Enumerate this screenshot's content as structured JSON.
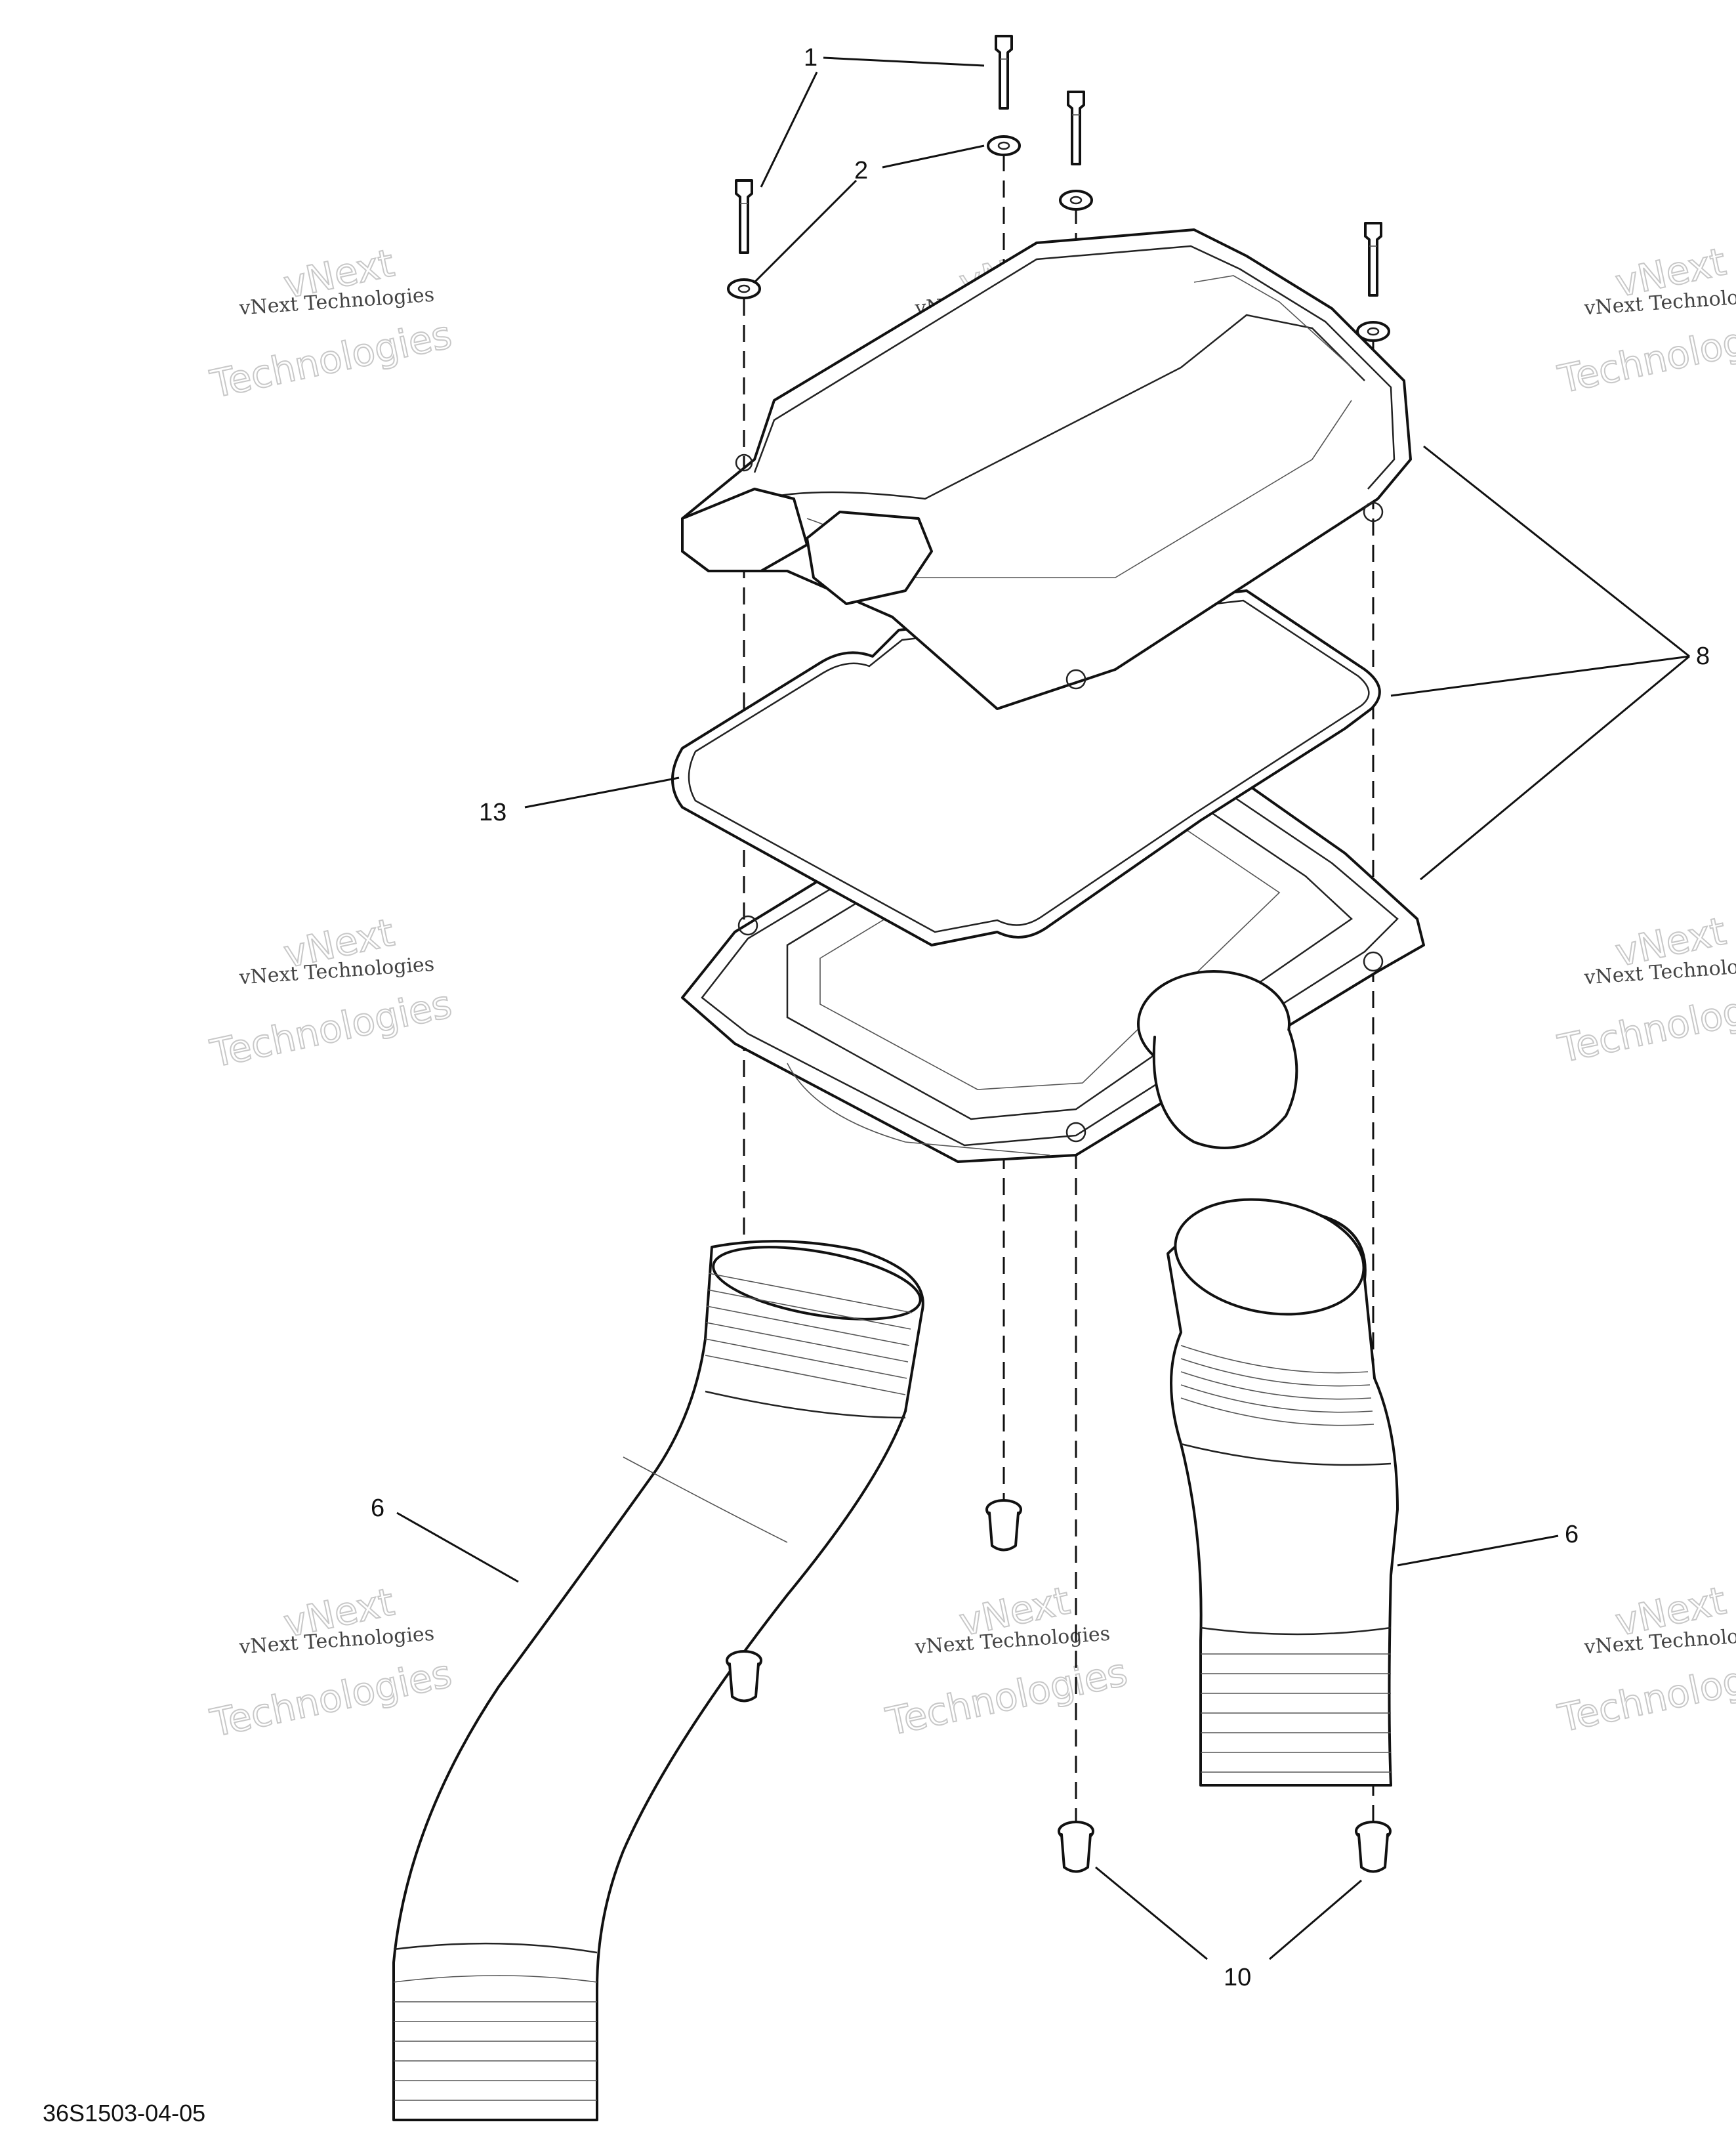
{
  "diagram": {
    "callouts": {
      "c1": "1",
      "c2": "2",
      "c6_left": "6",
      "c6_right": "6",
      "c8": "8",
      "c10": "10",
      "c13": "13"
    },
    "reference_code": "36S1503-04-05",
    "watermark": {
      "line1": "vNext Technologies",
      "line2": "vNext",
      "line3": "Technologies"
    },
    "colors": {
      "line": "#111111",
      "watermark": "#c8c8c8",
      "background": "#ffffff"
    }
  }
}
